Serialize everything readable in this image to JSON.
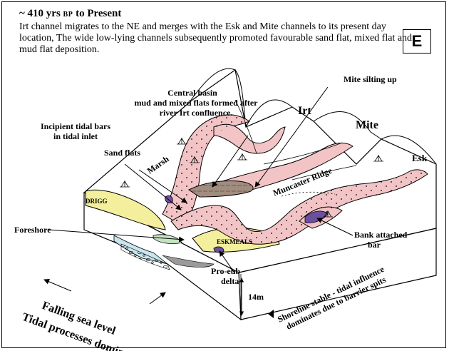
{
  "header": {
    "title_prefix": "~ 410 yrs",
    "title_bp": "BP",
    "title_suffix": "to Present",
    "description": "Irt channel migrates to the NE and merges with the Esk and Mite channels to its present day location, The wide low-lying channels subsequently promoted favourable sand flat, mixed flat and mud flat deposition."
  },
  "panel_label": "E",
  "labels": {
    "mite_silting": "Mite silting up",
    "central_basin_1": "Central basin",
    "central_basin_2": "mud and mixed flats formed after",
    "central_basin_3": "river Irt confluence.",
    "irt": "Irt",
    "mite": "Mite",
    "esk": "Esk",
    "incipient_1": "Incipient tidal bars",
    "incipient_2": "in tidal inlet",
    "sand_flats": "Sand flats",
    "marsh": "Marsh",
    "muncaster": "Muncaster Ridge",
    "drigg": "DRIGG",
    "foreshore": "Foreshore",
    "eskmeals": "ESKMEALS",
    "bank_1": "Bank attached",
    "bank_2": "bar",
    "pro_ebb_1": "Pro-ebb",
    "pro_ebb_2": "delta",
    "depth": "14m",
    "falling_1": "Falling sea level",
    "falling_2": "Tidal processes dominate",
    "shoreline_1": "Shoreline stable - tidal influence",
    "shoreline_2": "dominates due to barrier spits"
  },
  "colors": {
    "sand_yellow": "#f3ef9c",
    "channel_pink": "#f2c4c6",
    "mud_brown": "#a18d80",
    "bar_purple": "#6d4fa0",
    "sea_blue": "#c9e6ef",
    "green_bar": "#c6e2c2"
  }
}
